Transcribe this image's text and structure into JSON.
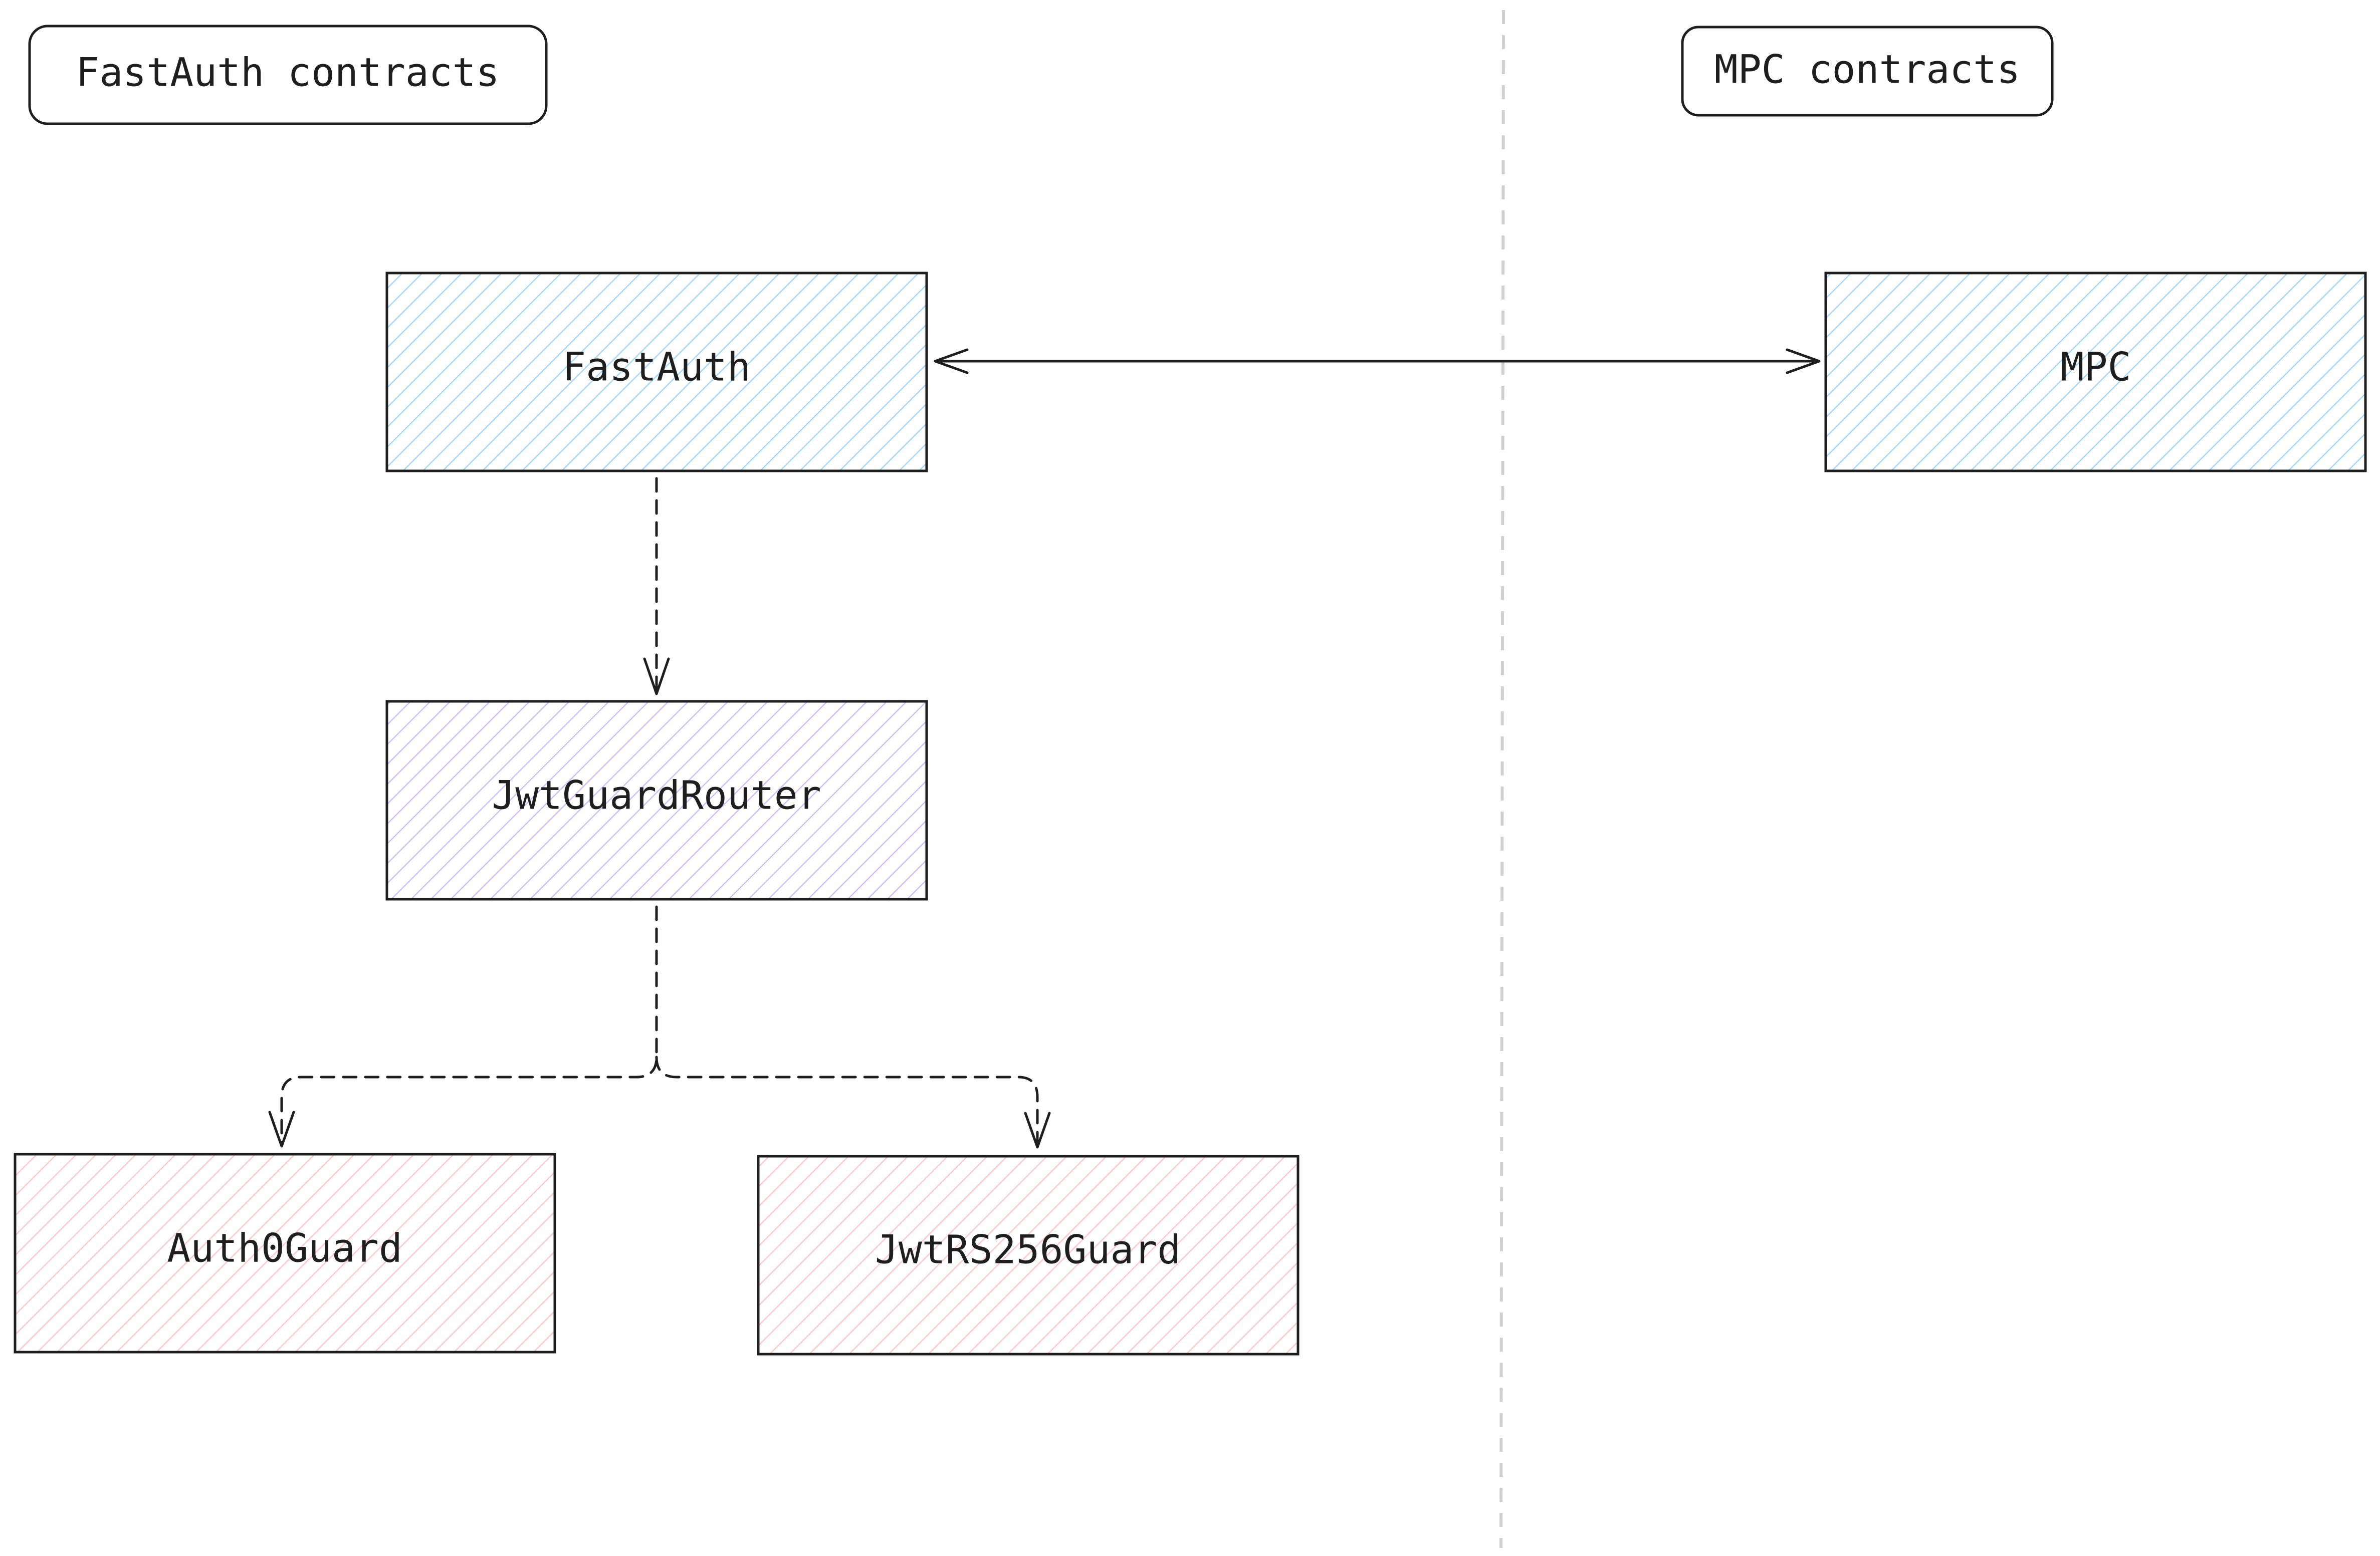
{
  "groups": {
    "left_label": "FastAuth contracts",
    "right_label": "MPC contracts"
  },
  "nodes": {
    "fastauth": "FastAuth",
    "mpc": "MPC",
    "router": "JwtGuardRouter",
    "auth0": "Auth0Guard",
    "rs256": "JwtRS256Guard"
  },
  "colors": {
    "stroke": "#1e1e1e",
    "blue_hatch": "#a5d8ff",
    "purple_hatch": "#d0bfff",
    "red_hatch": "#ffc9c9",
    "divider": "#d0d0d0"
  }
}
